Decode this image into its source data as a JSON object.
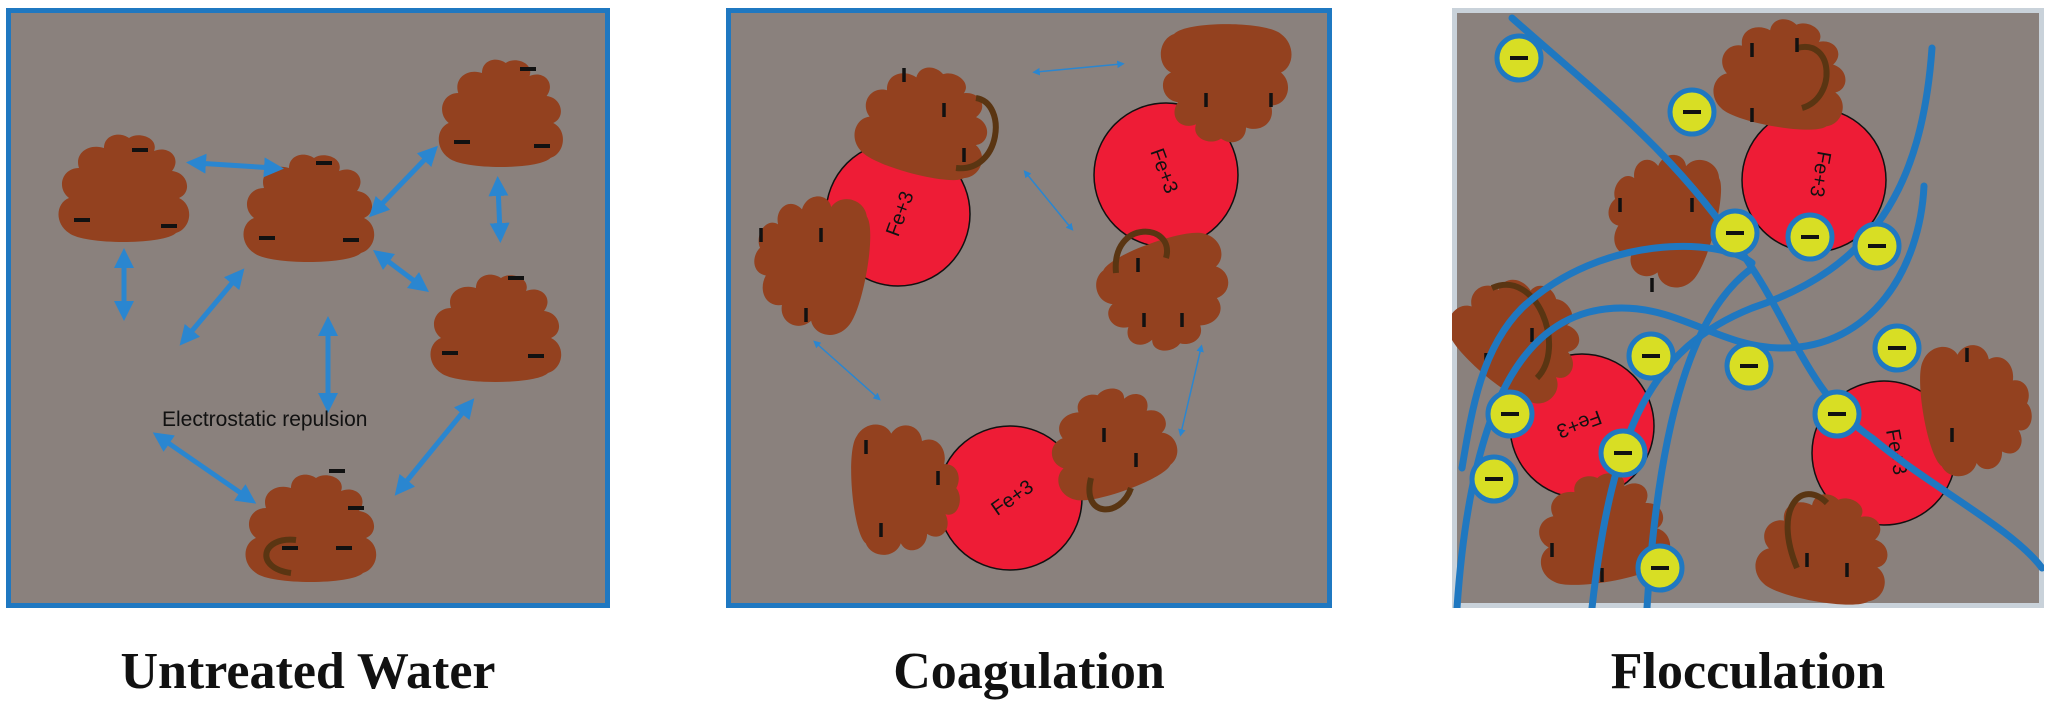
{
  "panels": [
    {
      "caption": "Untreated Water",
      "annotation": "Electrostatic repulsion"
    },
    {
      "caption": "Coagulation",
      "coagulant_label": "Fe+3"
    },
    {
      "caption": "Flocculation",
      "coagulant_label": "Fe+3",
      "charge_symbol": "−"
    }
  ],
  "colors": {
    "water": "#8a817d",
    "border": "#1f78c1",
    "particle": "#93411f",
    "particle_mark": "#5a3512",
    "coagulant": "#ee1c36",
    "charge_bead": "#d8de24",
    "polymer": "#1f78c1",
    "arrow": "#2a86d0"
  }
}
